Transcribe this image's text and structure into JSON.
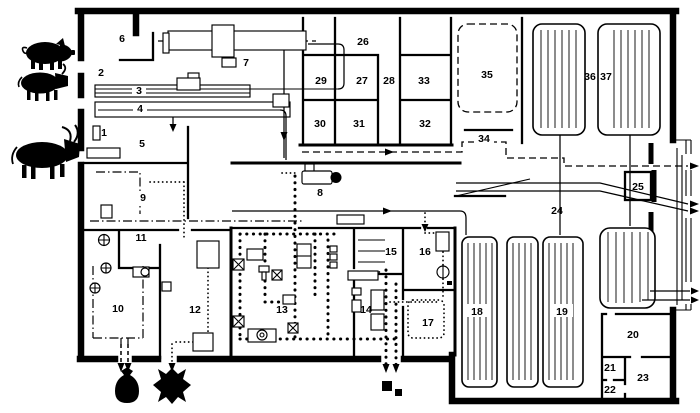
{
  "diagram": {
    "kind": "slaughterhouse-floor-plan",
    "rooms": {
      "r1": "1",
      "r2": "2",
      "r3": "3",
      "r4": "4",
      "r5": "5",
      "r6": "6",
      "r7": "7",
      "r8": "8",
      "r9": "9",
      "r10": "10",
      "r11": "11",
      "r12": "12",
      "r13": "13",
      "r14": "14",
      "r15": "15",
      "r16": "16",
      "r17": "17",
      "r18": "18",
      "r19": "19",
      "r20": "20",
      "r21": "21",
      "r22": "22",
      "r23": "23",
      "r24": "24",
      "r25": "25",
      "r26": "26",
      "r27": "27",
      "r28": "28",
      "r29": "29",
      "r30": "30",
      "r31": "31",
      "r32": "32",
      "r33": "33",
      "r34": "34",
      "r35": "35",
      "r36": "36",
      "r37": "37"
    },
    "icons": {
      "left_entrances": [
        "pig-icon",
        "sheep-icon",
        "cattle-icon"
      ],
      "bottom_outputs": [
        "sack-icon",
        "hide-icon",
        "waste-blocks-icon"
      ],
      "equipment": [
        "stunner-icon"
      ]
    },
    "line_styles": [
      "solid",
      "dashed",
      "dash-dot",
      "dotted",
      "dotted-rail"
    ],
    "colors": {
      "ink": "#000000",
      "paper": "#ffffff"
    }
  }
}
